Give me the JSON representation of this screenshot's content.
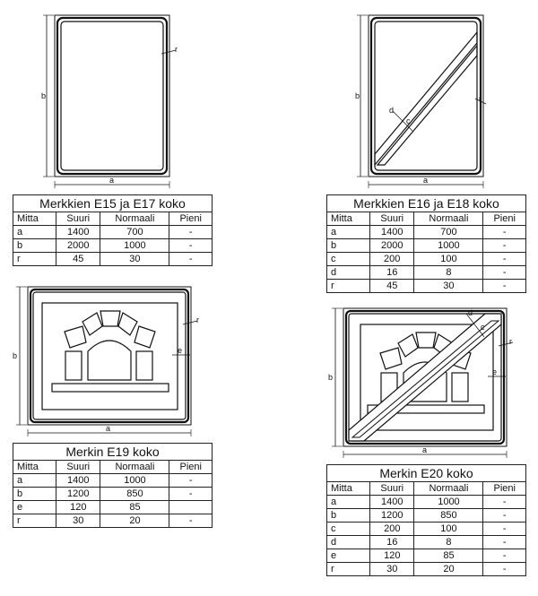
{
  "columns": [
    "Mitta",
    "Suuri",
    "Normaali",
    "Pieni"
  ],
  "dim_labels": {
    "a": "a",
    "b": "b",
    "c": "c",
    "d": "d",
    "e": "e",
    "r": "r"
  },
  "tables": [
    {
      "title": "Merkkien E15 ja E17 koko",
      "rows": [
        [
          "a",
          "1400",
          "700",
          "-"
        ],
        [
          "b",
          "2000",
          "1000",
          "-"
        ],
        [
          "r",
          "45",
          "30",
          "-"
        ]
      ]
    },
    {
      "title": "Merkkien E16 ja E18 koko",
      "rows": [
        [
          "a",
          "1400",
          "700",
          "-"
        ],
        [
          "b",
          "2000",
          "1000",
          "-"
        ],
        [
          "c",
          "200",
          "100",
          "-"
        ],
        [
          "d",
          "16",
          "8",
          "-"
        ],
        [
          "r",
          "45",
          "30",
          "-"
        ]
      ]
    },
    {
      "title": "Merkin E19 koko",
      "rows": [
        [
          "a",
          "1400",
          "1000",
          "-"
        ],
        [
          "b",
          "1200",
          "850",
          "-"
        ],
        [
          "e",
          "120",
          "85",
          ""
        ],
        [
          "r",
          "30",
          "20",
          "-"
        ]
      ]
    },
    {
      "title": "Merkin E20 koko",
      "rows": [
        [
          "a",
          "1400",
          "1000",
          "-"
        ],
        [
          "b",
          "1200",
          "850",
          "-"
        ],
        [
          "c",
          "200",
          "100",
          "-"
        ],
        [
          "d",
          "16",
          "8",
          "-"
        ],
        [
          "e",
          "120",
          "85",
          "-"
        ],
        [
          "r",
          "30",
          "20",
          "-"
        ]
      ]
    }
  ]
}
